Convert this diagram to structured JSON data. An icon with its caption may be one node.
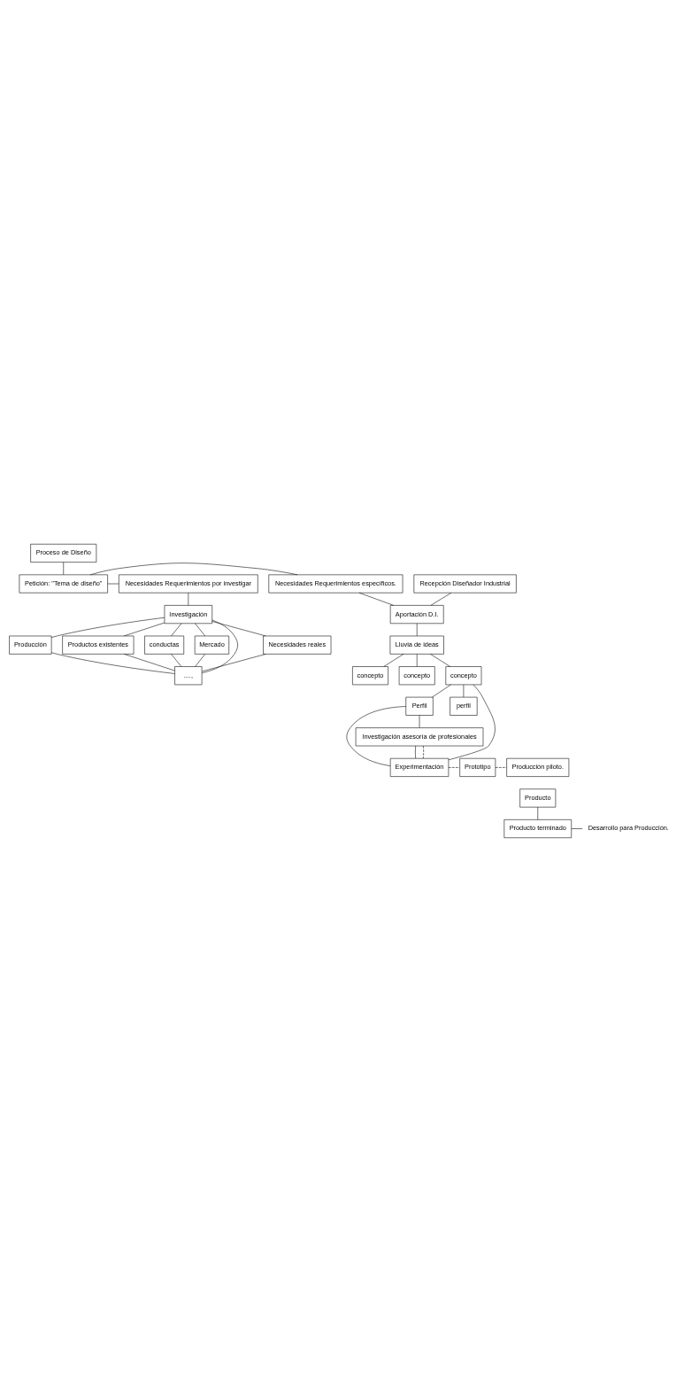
{
  "diagram": {
    "nodes": [
      {
        "text": [
          "Proceso de Diseño"
        ]
      },
      {
        "text": [
          "Necesidades Requerimientos por investigar"
        ]
      },
      {
        "text": [
          "Petición: \"Tema de diseño\""
        ]
      },
      {
        "text": [
          "Necesidades Requerimientos específicos."
        ]
      },
      {
        "text": [
          "Investigación"
        ]
      },
      {
        "text": [
          "Necesidades reales"
        ]
      },
      {
        "text": [
          "Producción"
        ]
      },
      {
        "text": [
          "Productos existentes"
        ]
      },
      {
        "text": [
          "conductas"
        ]
      },
      {
        "text": [
          "Mercado"
        ]
      },
      {
        "text": [
          "....,"
        ]
      },
      {
        "text": [
          "Recepción Diseñador Industrial"
        ]
      },
      {
        "text": [
          "Aportación D.I."
        ]
      },
      {
        "text": [
          "Lluvia de ideas"
        ]
      },
      {
        "text": [
          "concepto"
        ]
      },
      {
        "text": [
          "concepto"
        ]
      },
      {
        "text": [
          "concepto"
        ]
      },
      {
        "text": [
          "Perfil"
        ]
      },
      {
        "text": [
          "perfil"
        ]
      },
      {
        "text": [
          "Investigación asesoría de profesionales"
        ]
      },
      {
        "text": [
          "Experimentación"
        ]
      },
      {
        "text": [
          "Prototipo"
        ]
      },
      {
        "text": [
          "Producción piloto."
        ]
      },
      {
        "text": [
          "Producto"
        ]
      },
      {
        "text": [
          "Producto terminado"
        ]
      },
      {
        "text": [
          "Desarrollo para Producción."
        ]
      }
    ],
    "edges": [
      {
        "from": 0,
        "to": 2,
        "arrow": "none"
      },
      {
        "from": 2,
        "to": 1,
        "arrow": "none"
      },
      {
        "from": 2,
        "to": 3,
        "arrow": "none"
      },
      {
        "from": 1,
        "to": 4,
        "arrow": "none"
      },
      {
        "from": 4,
        "to": 5,
        "arrow": "none"
      },
      {
        "from": 4,
        "to": 6,
        "arrow": "none"
      },
      {
        "from": 4,
        "to": 7,
        "arrow": "none"
      },
      {
        "from": 4,
        "to": 8,
        "arrow": "none"
      },
      {
        "from": 4,
        "to": 9,
        "arrow": "none"
      },
      {
        "from": 4,
        "to": 10,
        "arrow": "none"
      },
      {
        "from": 5,
        "to": 10,
        "arrow": "none"
      },
      {
        "from": 6,
        "to": 10,
        "arrow": "none"
      },
      {
        "from": 7,
        "to": 10,
        "arrow": "none"
      },
      {
        "from": 8,
        "to": 10,
        "arrow": "none"
      },
      {
        "from": 9,
        "to": 10,
        "arrow": "none"
      },
      {
        "from": 3,
        "to": 12,
        "arrow": "none"
      },
      {
        "from": 11,
        "to": 12,
        "arrow": "none"
      },
      {
        "from": 12,
        "to": 13,
        "arrow": "none"
      },
      {
        "from": 13,
        "to": 14,
        "arrow": "none"
      },
      {
        "from": 13,
        "to": 15,
        "arrow": "none"
      },
      {
        "from": 13,
        "to": 16,
        "arrow": "none"
      },
      {
        "from": 14,
        "to": 17,
        "arrow": "none"
      },
      {
        "from": 14,
        "to": 18,
        "arrow": "none"
      },
      {
        "from": 17,
        "to": 19,
        "arrow": "none"
      },
      {
        "from": 19,
        "to": 20,
        "arrow": "none"
      },
      {
        "from": 14,
        "to": 20,
        "arrow": "none"
      },
      {
        "from": 17,
        "to": 20,
        "arrow": "none"
      },
      {
        "from": 19,
        "to": 20,
        "arrow": "none",
        "style": "dashed"
      },
      {
        "from": 20,
        "to": 21,
        "arrow": "none",
        "style": "dashed"
      },
      {
        "from": 21,
        "to": 22,
        "arrow": "none",
        "style": "dashed"
      },
      {
        "from": 23,
        "to": 24,
        "arrow": "none"
      },
      {
        "from": 24,
        "to": 25,
        "arrow": "none"
      }
    ]
  }
}
